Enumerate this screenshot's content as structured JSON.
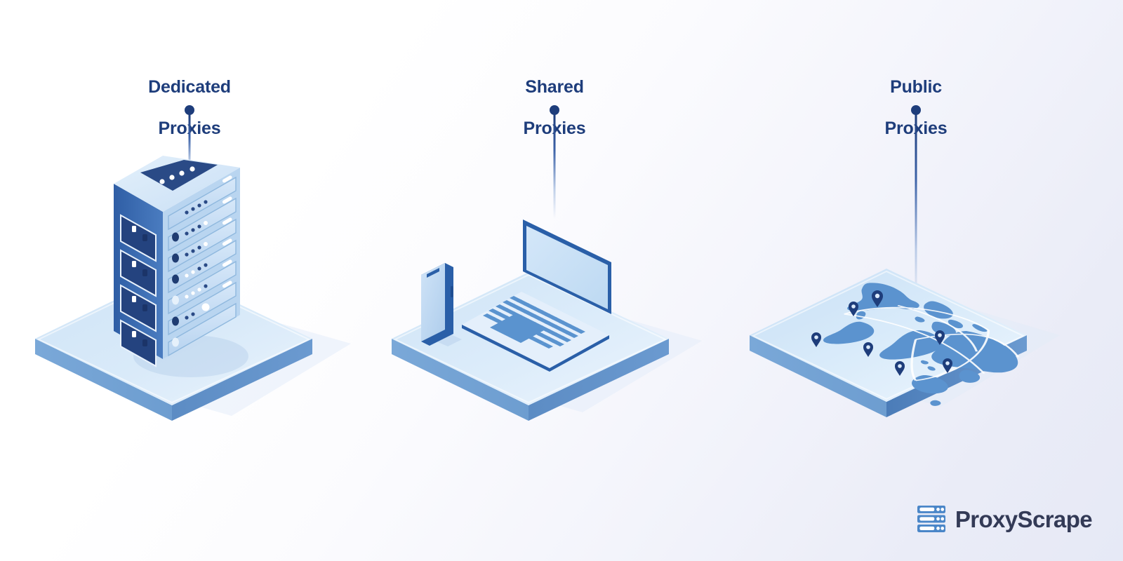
{
  "page": {
    "background_start": "#ffffff",
    "background_end": "#e6e9f6",
    "title_color": "#1e3d7b",
    "accent_blue": "#4a86c8",
    "deep_navy": "#1e3d7b",
    "light_platform": "#cfe3f6"
  },
  "sections": [
    {
      "id": "dedicated",
      "title_line1": "Dedicated",
      "title_line2": "Proxies",
      "illustration": "server-rack",
      "illustration_label": "Server rack on isometric platform"
    },
    {
      "id": "shared",
      "title_line1": "Shared",
      "title_line2": "Proxies",
      "illustration": "laptop-and-phone",
      "illustration_label": "Laptop and smartphone on isometric platform"
    },
    {
      "id": "public",
      "title_line1": "Public",
      "title_line2": "Proxies",
      "illustration": "world-map",
      "illustration_label": "World map with location pins and connection arcs on isometric platform"
    }
  ],
  "logo": {
    "text": "ProxyScrape",
    "mark": "server-stack-icon",
    "mark_color": "#4a86c8",
    "text_color": "#333a56"
  }
}
